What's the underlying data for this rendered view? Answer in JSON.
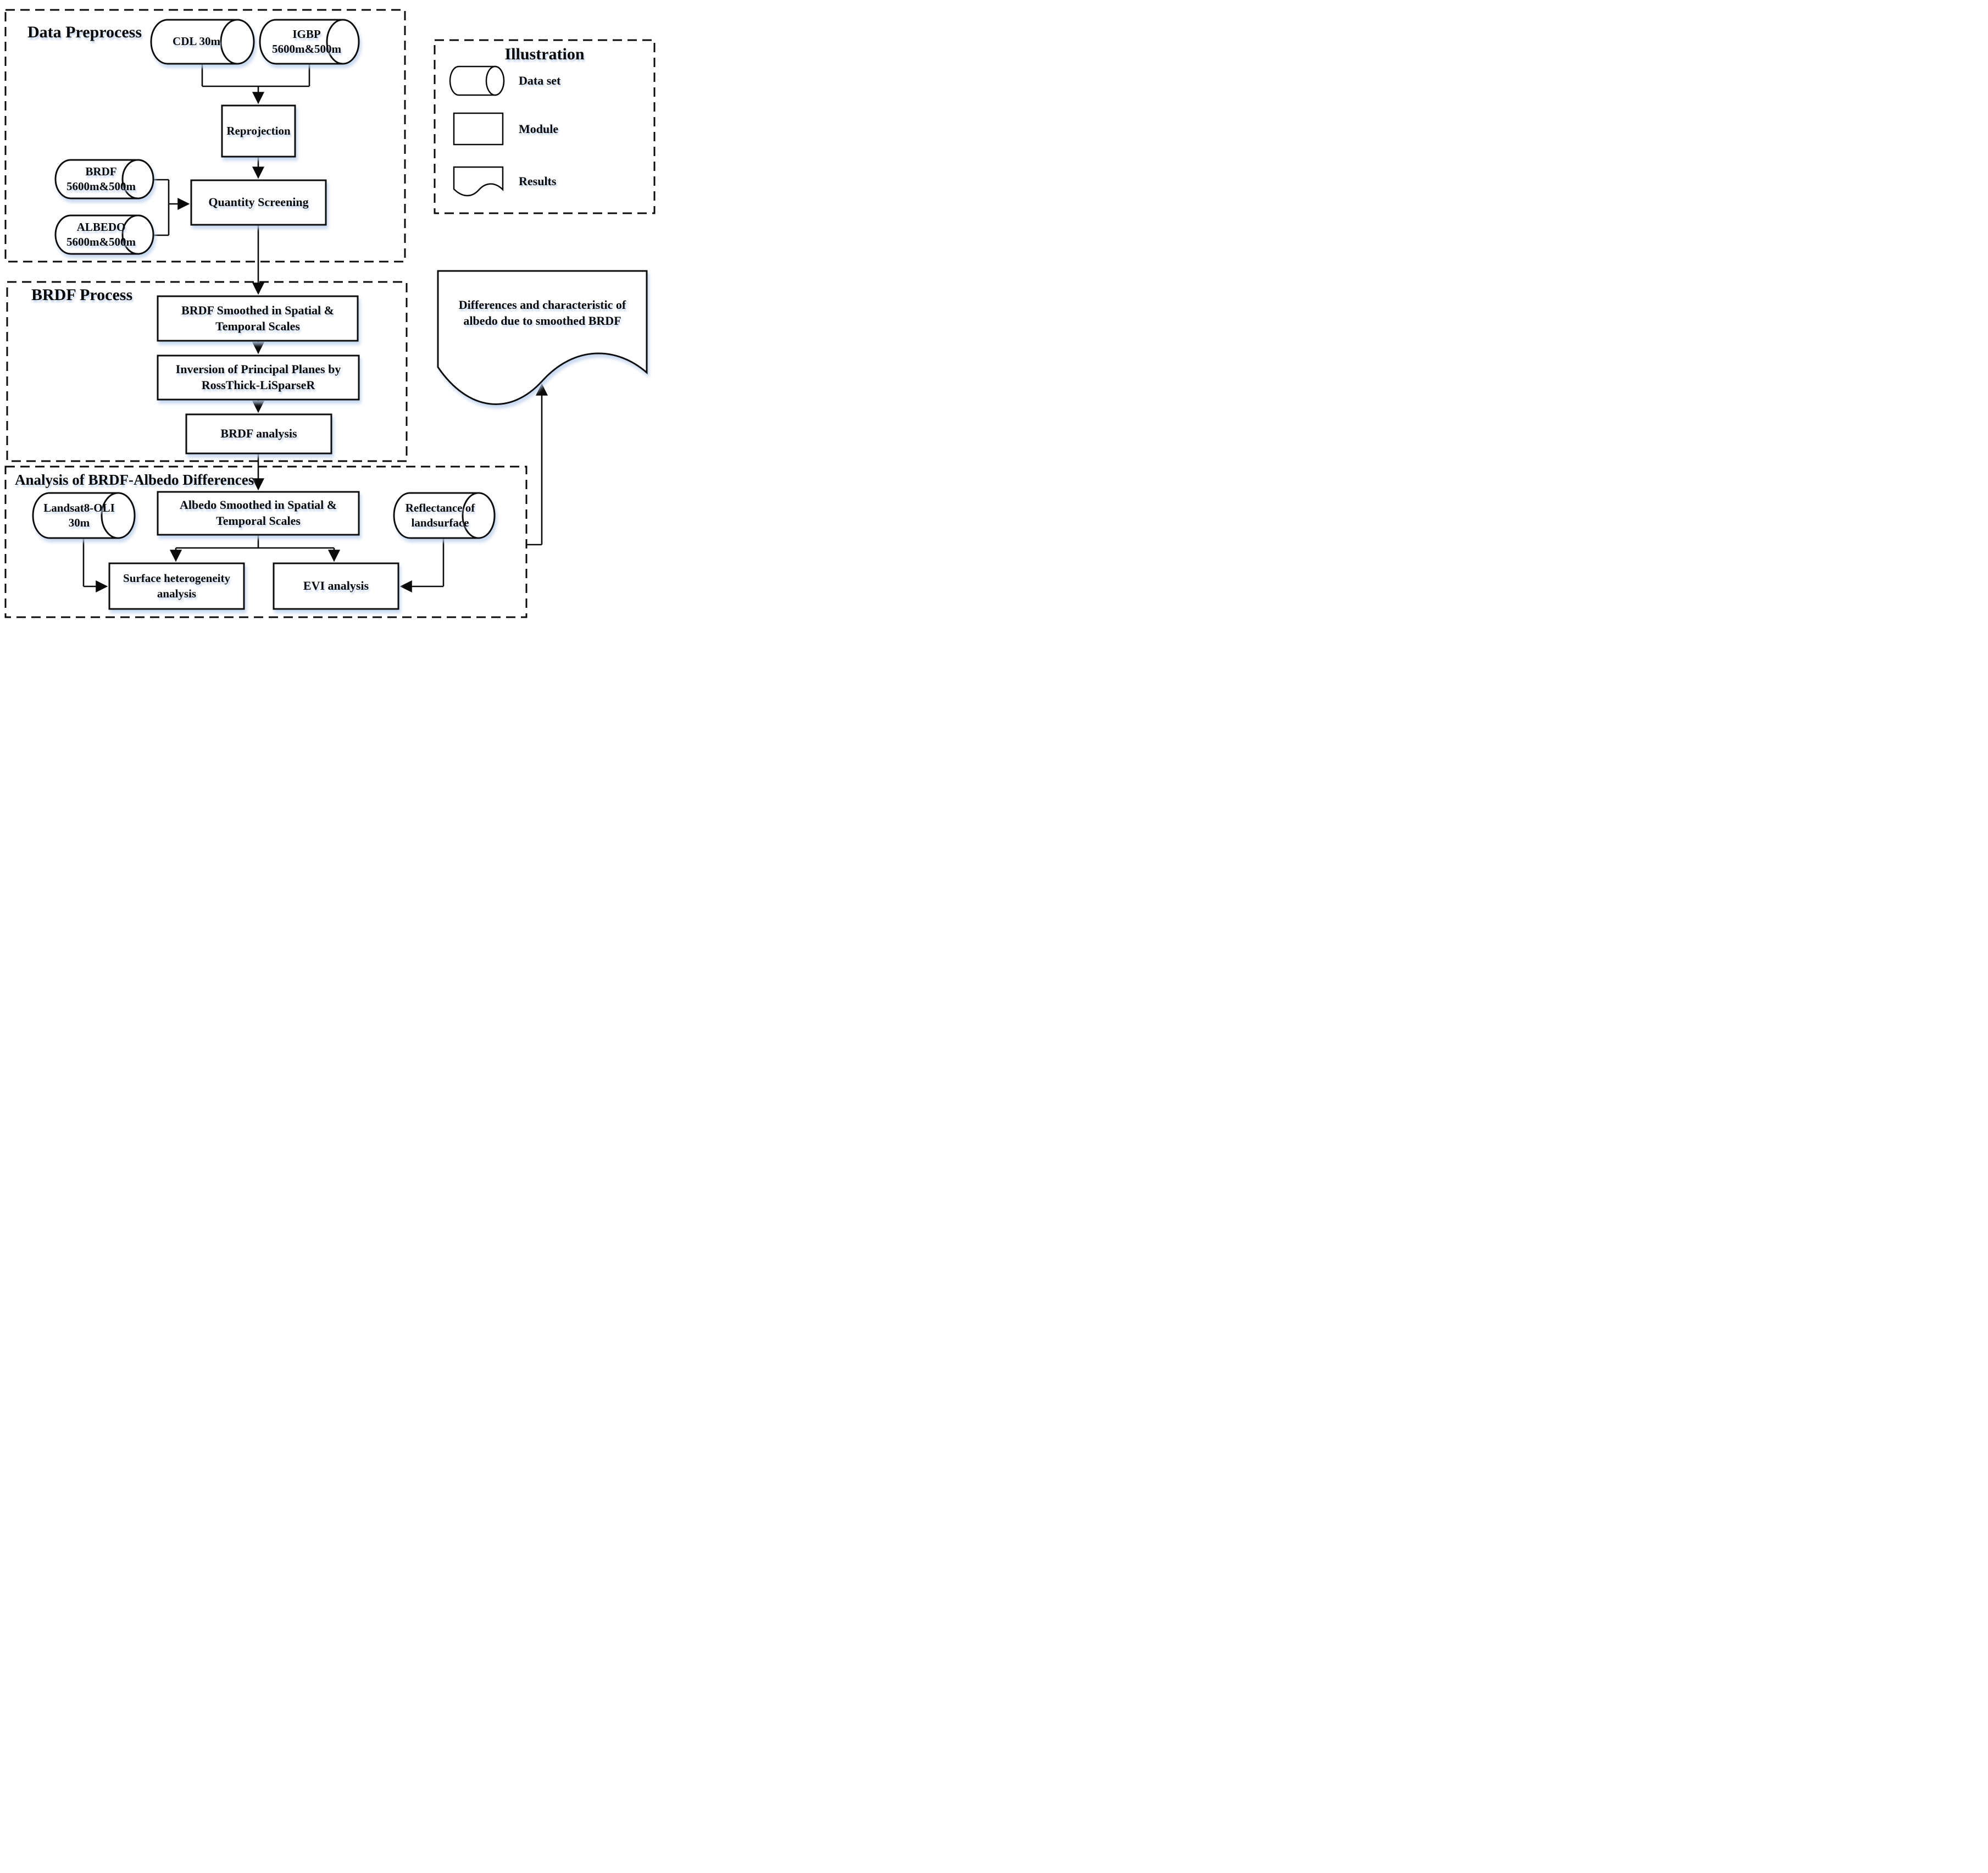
{
  "page": {
    "background": "#ffffff",
    "line_color": "#0a0a0a",
    "shadow_color": "#b8cdeb"
  },
  "sections": {
    "data_preprocess": {
      "label": "Data Preprocess"
    },
    "brdf_process": {
      "label": "BRDF Process"
    },
    "analysis": {
      "label": "Analysis of BRDF-Albedo Differences"
    },
    "illustration": {
      "label": "Illustration"
    }
  },
  "legend": {
    "items": [
      {
        "shape": "dataset-cylinder",
        "label": "Data set"
      },
      {
        "shape": "module-rectangle",
        "label": "Module"
      },
      {
        "shape": "results-document",
        "label": "Results"
      }
    ]
  },
  "nodes": {
    "cdl": {
      "type": "dataset",
      "label": "CDL 30m"
    },
    "igbp": {
      "type": "dataset",
      "label": "IGBP\n5600m&500m"
    },
    "brdf": {
      "type": "dataset",
      "label": "BRDF\n5600m&500m"
    },
    "albedo": {
      "type": "dataset",
      "label": "ALBEDO\n5600m&500m"
    },
    "reprojection": {
      "type": "module",
      "label": "Reprojection"
    },
    "quantity_screening": {
      "type": "module",
      "label": "Quantity Screening"
    },
    "brdf_smoothed": {
      "type": "module",
      "label": "BRDF Smoothed in Spatial &\nTemporal Scales"
    },
    "inversion": {
      "type": "module",
      "label": "Inversion of Principal Planes by\nRossThick-LiSparseR"
    },
    "brdf_analysis": {
      "type": "module",
      "label": "BRDF analysis"
    },
    "albedo_smoothed": {
      "type": "module",
      "label": "Albedo Smoothed in Spatial &\nTemporal Scales"
    },
    "landsat8_oli": {
      "type": "dataset",
      "label": "Landsat8-OLI\n30m"
    },
    "reflectance": {
      "type": "dataset",
      "label": "Reflectance of\nlandsurface"
    },
    "surface_heterogeneity": {
      "type": "module",
      "label": "Surface heterogeneity\nanalysis"
    },
    "evi_analysis": {
      "type": "module",
      "label": "EVI analysis"
    },
    "results": {
      "type": "results",
      "label": "Differences and characteristic of\nalbedo due to smoothed BRDF"
    }
  }
}
